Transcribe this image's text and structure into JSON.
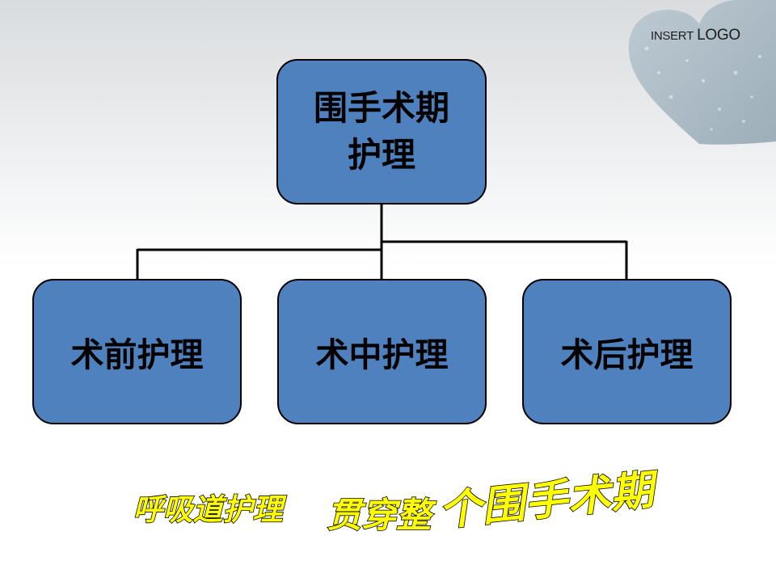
{
  "logo": {
    "word1": "INSERT",
    "word2": "LOGO"
  },
  "diagram": {
    "root": "围手术期护理",
    "children": [
      "术前护理",
      "术中护理",
      "术后护理"
    ]
  },
  "banner": {
    "parts": [
      "呼吸道护理",
      "贯穿整",
      "个围手术期"
    ],
    "fill": "#ffff00",
    "outline": "#000000"
  },
  "colors": {
    "box_fill": "#4e81bd",
    "box_border": "#000000",
    "line": "#000000"
  }
}
